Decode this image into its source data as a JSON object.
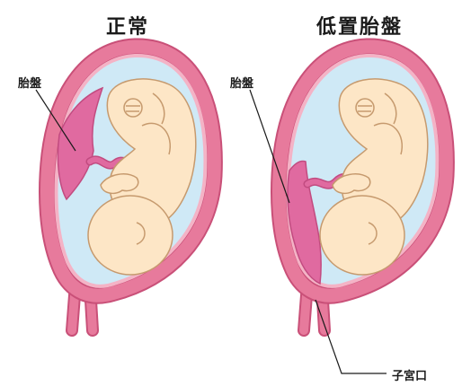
{
  "titles": {
    "normal": "正常",
    "low_lying": "低置胎盤"
  },
  "labels": {
    "placenta_left": "胎盤",
    "placenta_right": "胎盤",
    "cervix": "子宮口"
  },
  "colors": {
    "uterus_wall": "#e77a9c",
    "uterus_outline": "#c95078",
    "uterus_lining": "#f4b3c6",
    "amniotic_fluid": "#cfe9f6",
    "fetus_skin": "#fde6c6",
    "fetus_outline": "#c69a6e",
    "placenta": "#e06aa0",
    "placenta_outline": "#c24b80"
  }
}
